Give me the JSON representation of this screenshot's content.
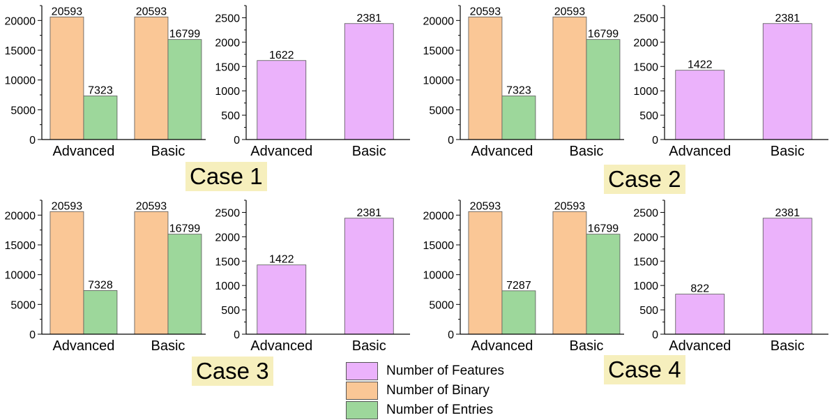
{
  "colors": {
    "features": "#ebb2fb",
    "binary": "#fac796",
    "entries": "#9dd79b",
    "case_bg": "#f6efbd"
  },
  "case_labels": [
    "Case 1",
    "Case 2",
    "Case 3",
    "Case 4"
  ],
  "legend": [
    {
      "label": "Number of Features",
      "color": "#ebb2fb"
    },
    {
      "label": "Number of Binary",
      "color": "#fac796"
    },
    {
      "label": "Number of Entries",
      "color": "#9dd79b"
    }
  ],
  "chart_data": [
    {
      "type": "bar",
      "case": "Case 1",
      "categories": [
        "Advanced",
        "Basic"
      ],
      "ylim": [
        0,
        22500
      ],
      "yticks": [
        0,
        5000,
        10000,
        15000,
        20000
      ],
      "series": [
        {
          "name": "Number of Binary",
          "values": [
            20593,
            20593
          ]
        },
        {
          "name": "Number of Entries",
          "values": [
            7323,
            16799
          ]
        }
      ]
    },
    {
      "type": "bar",
      "case": "Case 1",
      "categories": [
        "Advanced",
        "Basic"
      ],
      "ylim": [
        0,
        2750
      ],
      "yticks": [
        0,
        500,
        1000,
        1500,
        2000,
        2500
      ],
      "series": [
        {
          "name": "Number of Features",
          "values": [
            1622,
            2381
          ]
        }
      ]
    },
    {
      "type": "bar",
      "case": "Case 2",
      "categories": [
        "Advanced",
        "Basic"
      ],
      "ylim": [
        0,
        22500
      ],
      "yticks": [
        0,
        5000,
        10000,
        15000,
        20000
      ],
      "series": [
        {
          "name": "Number of Binary",
          "values": [
            20593,
            20593
          ]
        },
        {
          "name": "Number of Entries",
          "values": [
            7323,
            16799
          ]
        }
      ]
    },
    {
      "type": "bar",
      "case": "Case 2",
      "categories": [
        "Advanced",
        "Basic"
      ],
      "ylim": [
        0,
        2750
      ],
      "yticks": [
        0,
        500,
        1000,
        1500,
        2000,
        2500
      ],
      "series": [
        {
          "name": "Number of Features",
          "values": [
            1422,
            2381
          ]
        }
      ]
    },
    {
      "type": "bar",
      "case": "Case 3",
      "categories": [
        "Advanced",
        "Basic"
      ],
      "ylim": [
        0,
        22500
      ],
      "yticks": [
        0,
        5000,
        10000,
        15000,
        20000
      ],
      "series": [
        {
          "name": "Number of Binary",
          "values": [
            20593,
            20593
          ]
        },
        {
          "name": "Number of Entries",
          "values": [
            7328,
            16799
          ]
        }
      ]
    },
    {
      "type": "bar",
      "case": "Case 3",
      "categories": [
        "Advanced",
        "Basic"
      ],
      "ylim": [
        0,
        2750
      ],
      "yticks": [
        0,
        500,
        1000,
        1500,
        2000,
        2500
      ],
      "series": [
        {
          "name": "Number of Features",
          "values": [
            1422,
            2381
          ]
        }
      ]
    },
    {
      "type": "bar",
      "case": "Case 4",
      "categories": [
        "Advanced",
        "Basic"
      ],
      "ylim": [
        0,
        22500
      ],
      "yticks": [
        0,
        5000,
        10000,
        15000,
        20000
      ],
      "series": [
        {
          "name": "Number of Binary",
          "values": [
            20593,
            20593
          ]
        },
        {
          "name": "Number of Entries",
          "values": [
            7287,
            16799
          ]
        }
      ]
    },
    {
      "type": "bar",
      "case": "Case 4",
      "categories": [
        "Advanced",
        "Basic"
      ],
      "ylim": [
        0,
        2750
      ],
      "yticks": [
        0,
        500,
        1000,
        1500,
        2000,
        2500
      ],
      "series": [
        {
          "name": "Number of Features",
          "values": [
            822,
            2381
          ]
        }
      ]
    }
  ]
}
